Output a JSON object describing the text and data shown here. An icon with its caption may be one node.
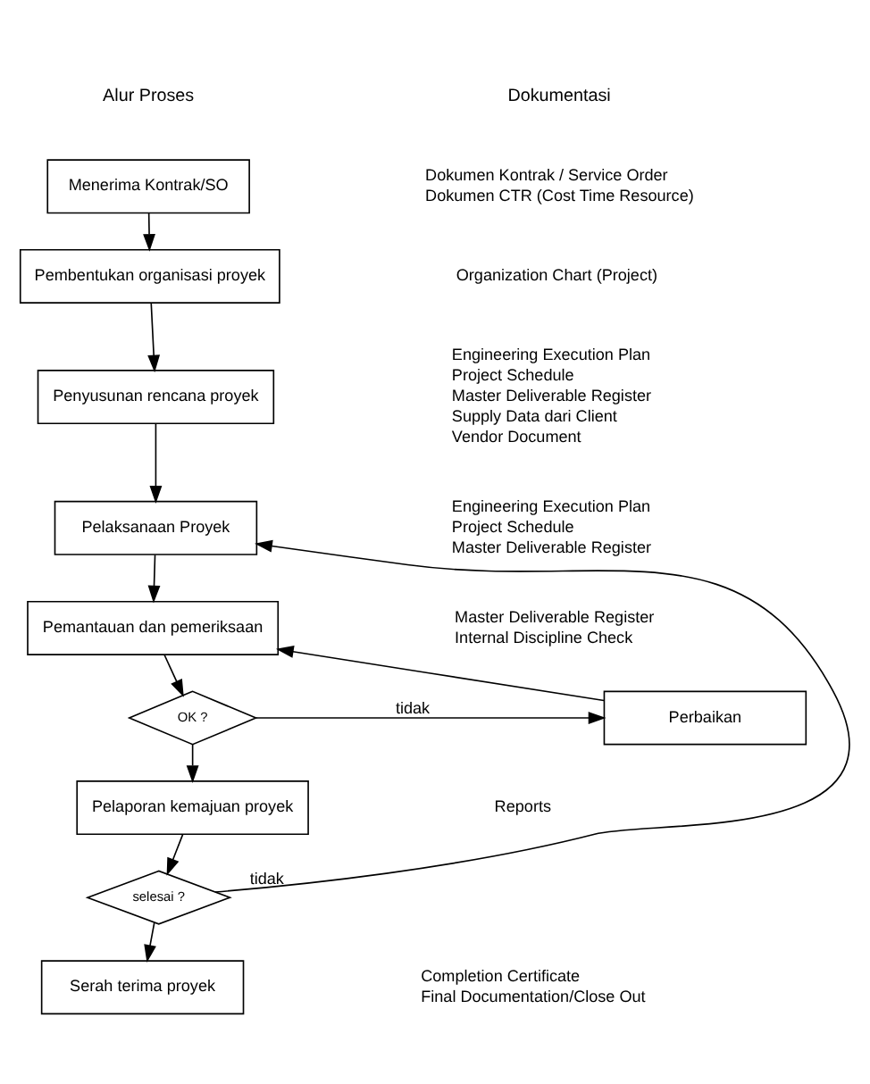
{
  "diagram": {
    "nodes": [
      {
        "text": [
          "Menerima Kontrak/SO"
        ]
      },
      {
        "text": [
          "Pembentukan organisasi proyek"
        ]
      },
      {
        "text": [
          "Penyusunan rencana proyek"
        ]
      },
      {
        "text": [
          "Pelaksanaan Proyek"
        ]
      },
      {
        "text": [
          "Pemantauan dan pemeriksaan"
        ]
      },
      {
        "text": [
          "OK ?"
        ]
      },
      {
        "text": [
          "Perbaikan"
        ]
      },
      {
        "text": [
          "Pelaporan kemajuan proyek"
        ]
      },
      {
        "text": [
          "selesai ?"
        ]
      },
      {
        "text": [
          "Serah terima proyek"
        ]
      }
    ],
    "edges": [
      {
        "from": 0,
        "to": 1,
        "arrow": "to"
      },
      {
        "from": 1,
        "to": 2,
        "arrow": "to"
      },
      {
        "from": 2,
        "to": 3,
        "arrow": "to"
      },
      {
        "from": 3,
        "to": 4,
        "arrow": "to"
      },
      {
        "from": 4,
        "to": 5,
        "arrow": "to"
      },
      {
        "from": 5,
        "to": 6,
        "arrow": "to",
        "label": "tidak"
      },
      {
        "from": 6,
        "to": 4,
        "arrow": "to"
      },
      {
        "from": 5,
        "to": 7,
        "arrow": "to"
      },
      {
        "from": 7,
        "to": 8,
        "arrow": "to"
      },
      {
        "from": 8,
        "to": 3,
        "arrow": "to",
        "label": "tidak"
      },
      {
        "from": 8,
        "to": 9,
        "arrow": "to"
      }
    ],
    "labels": [
      "Alur Proses",
      "Dokumentasi",
      "Dokumen Kontrak / Service Order",
      "Dokumen CTR (Cost Time Resource)",
      "Organization Chart (Project)",
      "Engineering Execution Plan",
      "Project Schedule",
      "Master Deliverable Register",
      "Supply Data dari Client",
      "Vendor Document",
      "Engineering Execution Plan",
      "Project Schedule",
      "Master Deliverable Register",
      "Master Deliverable Register",
      "Internal Discipline Check",
      "Reports",
      "Completion Certificate",
      "Final Documentation/Close Out"
    ]
  }
}
